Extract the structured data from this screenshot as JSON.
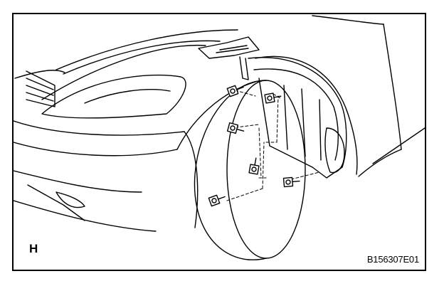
{
  "figure": {
    "panel_letter": "H",
    "code": "B156307E01"
  },
  "colors": {
    "line": "#000000",
    "background": "#ffffff"
  },
  "fasteners": {
    "bolts": [
      {
        "name": "bolt-top-inner"
      },
      {
        "name": "bolt-top-liner"
      },
      {
        "name": "bolt-mid-left"
      },
      {
        "name": "bolt-center"
      },
      {
        "name": "bolt-lower-right"
      },
      {
        "name": "bolt-lower-left"
      }
    ]
  },
  "icons": [
    "bolt-icon"
  ]
}
